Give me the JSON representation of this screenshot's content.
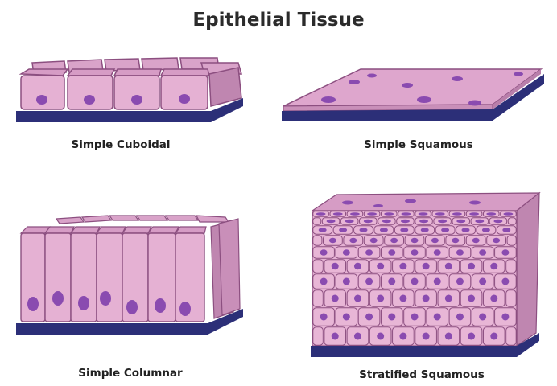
{
  "title": "Epithelial Tissue",
  "panels": [
    {
      "id": "simple-cuboidal",
      "label": "Simple Cuboidal"
    },
    {
      "id": "simple-squamous",
      "label": "Simple Squamous"
    },
    {
      "id": "simple-columnar",
      "label": "Simple Columnar"
    },
    {
      "id": "stratified-squamous",
      "label": "Stratified Squamous"
    }
  ],
  "colors": {
    "cell_face": "#e5b1d3",
    "cell_top": "#d69cc5",
    "cell_side": "#bf86b0",
    "cell_outline": "#8c4f80",
    "nucleus": "#8a4bb0",
    "basement": "#2c2f78"
  }
}
